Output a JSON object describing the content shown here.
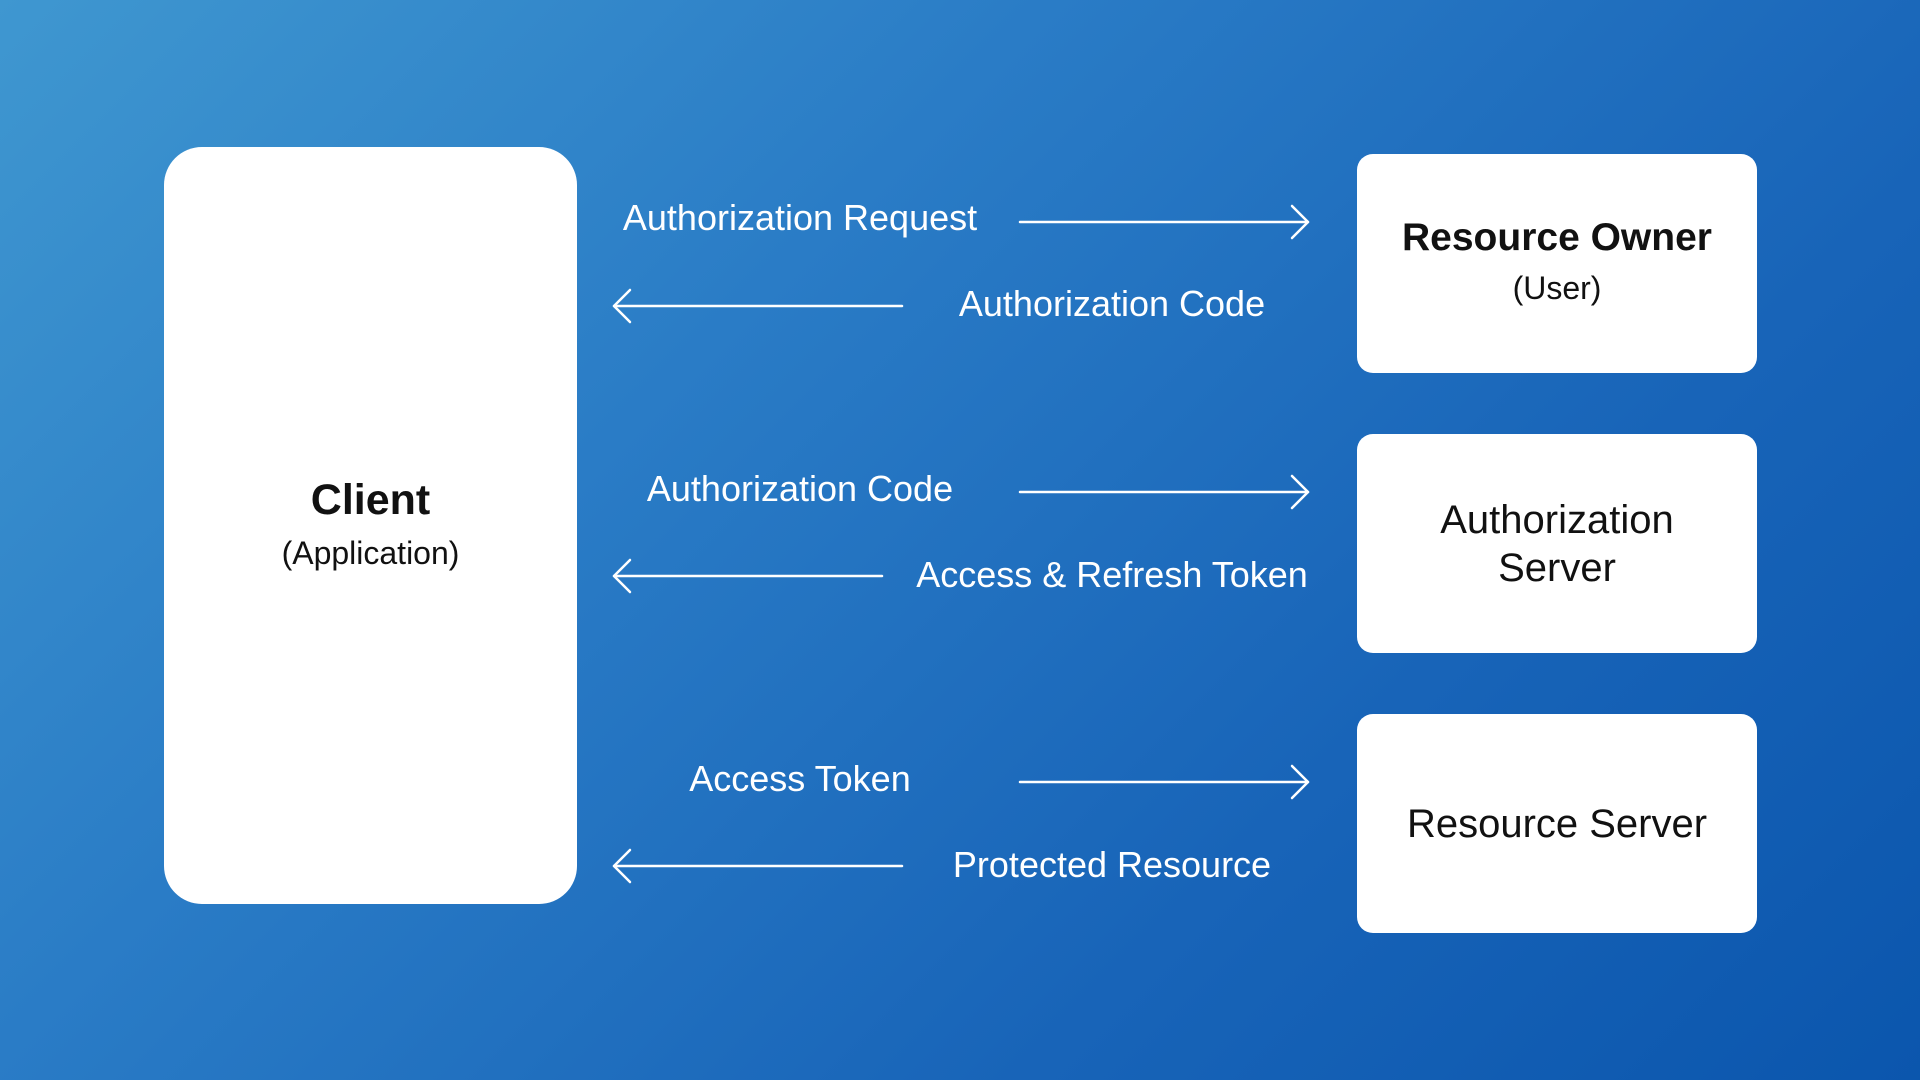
{
  "client": {
    "title": "Client",
    "subtitle": "(Application)"
  },
  "resource_owner": {
    "title": "Resource Owner",
    "subtitle": "(User)"
  },
  "authorization_server": {
    "title": "Authorization Server"
  },
  "resource_server": {
    "title": "Resource Server"
  },
  "flows": [
    {
      "label": "Authorization Request",
      "direction": "to-right"
    },
    {
      "label": "Authorization Code",
      "direction": "to-left"
    },
    {
      "label": "Authorization Code",
      "direction": "to-right"
    },
    {
      "label": "Access & Refresh Token",
      "direction": "to-left"
    },
    {
      "label": "Access Token",
      "direction": "to-right"
    },
    {
      "label": "Protected Resource",
      "direction": "to-left"
    }
  ],
  "colors": {
    "background_start": "#3f97d0",
    "background_end": "#0b56ad",
    "box": "#ffffff",
    "arrow": "#ffffff"
  }
}
